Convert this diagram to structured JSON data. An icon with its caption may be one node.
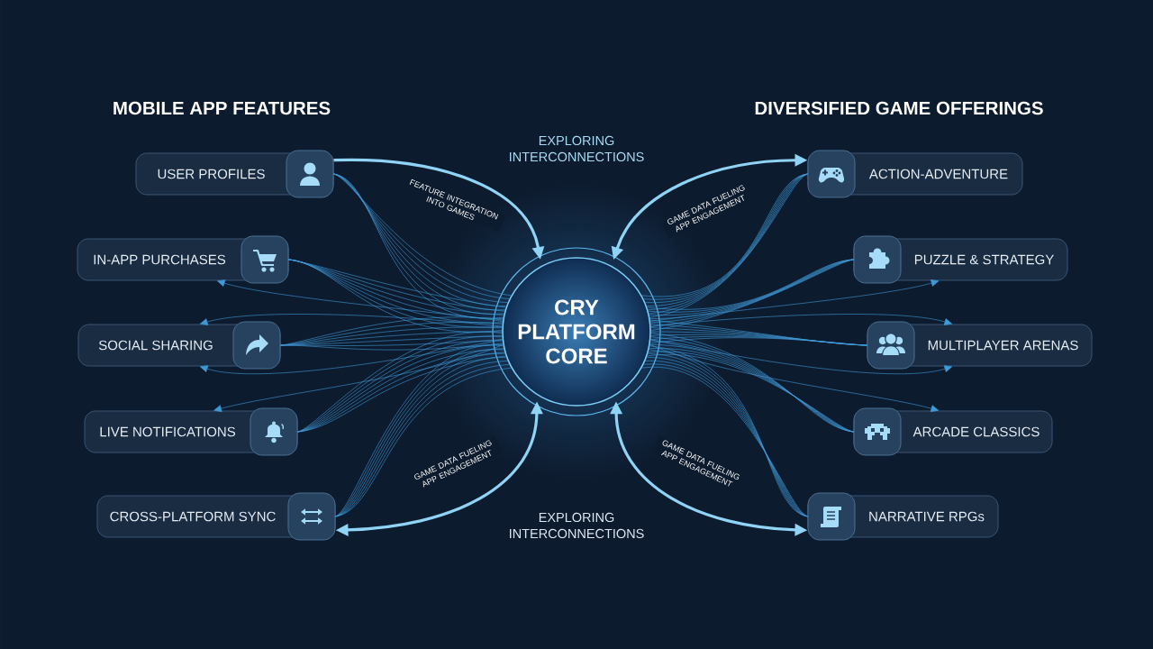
{
  "diagram": {
    "nodes": [
      {
        "text": [
          "CRY PLATFORM CORE"
        ]
      },
      {
        "text": [
          "USER PROFILES"
        ]
      },
      {
        "text": [
          "IN-APP PURCHASES"
        ]
      },
      {
        "text": [
          "SOCIAL SHARING"
        ]
      },
      {
        "text": [
          "LIVE NOTIFICATIONS"
        ]
      },
      {
        "text": [
          "CROSS-PLATFORM SYNC"
        ]
      },
      {
        "text": [
          "ACTION-ADVENTURE"
        ]
      },
      {
        "text": [
          "PUZZLE & STRATEGY"
        ]
      },
      {
        "text": [
          "MULTIPLAYER ARENAS"
        ]
      },
      {
        "text": [
          "ARCADE CLASSICS"
        ]
      },
      {
        "text": [
          "NARRATIVE RPGs"
        ]
      }
    ],
    "edges": [
      {
        "from": 1,
        "to": 0,
        "arrow": "none"
      },
      {
        "from": 2,
        "to": 0,
        "arrow": "none"
      },
      {
        "from": 3,
        "to": 0,
        "arrow": "none"
      },
      {
        "from": 4,
        "to": 0,
        "arrow": "none"
      },
      {
        "from": 5,
        "to": 0,
        "arrow": "none"
      },
      {
        "from": 0,
        "to": 6,
        "arrow": "none"
      },
      {
        "from": 0,
        "to": 7,
        "arrow": "none"
      },
      {
        "from": 0,
        "to": 8,
        "arrow": "none"
      },
      {
        "from": 0,
        "to": 9,
        "arrow": "none"
      },
      {
        "from": 0,
        "to": 10,
        "arrow": "none"
      },
      {
        "from": 1,
        "to": 0,
        "arrow": "to",
        "label": "FEATURE INTEGRATION INTO GAMES",
        "style": "thick",
        "color": "#8fd3f5"
      },
      {
        "from": 0,
        "to": 6,
        "arrow": "both",
        "label": "GAME DATA FUELING APP ENGAGEMENT",
        "style": "thick",
        "color": "#8fd3f5"
      },
      {
        "from": 0,
        "to": 5,
        "arrow": "both",
        "label": "GAME DATA FUELING APP ENGAGEMENT",
        "style": "thick",
        "color": "#8fd3f5"
      },
      {
        "from": 0,
        "to": 10,
        "arrow": "both",
        "label": "GAME DATA FUELING APP ENGAGEMENT",
        "style": "thick",
        "color": "#8fd3f5"
      },
      {
        "from": 0,
        "to": 2,
        "arrow": "to"
      },
      {
        "from": 0,
        "to": 3,
        "arrow": "to"
      },
      {
        "from": 0,
        "to": 3,
        "arrow": "to"
      },
      {
        "from": 0,
        "to": 4,
        "arrow": "to"
      },
      {
        "from": 0,
        "to": 7,
        "arrow": "to"
      },
      {
        "from": 0,
        "to": 8,
        "arrow": "to"
      },
      {
        "from": 0,
        "to": 8,
        "arrow": "to"
      },
      {
        "from": 0,
        "to": 9,
        "arrow": "to"
      }
    ],
    "labels": [
      "MOBILE APP FEATURES",
      "DIVERSIFIED GAME OFFERINGS",
      "EXPLORING INTERCONNECTIONS",
      "EXPLORING INTERCONNECTIONS"
    ]
  }
}
